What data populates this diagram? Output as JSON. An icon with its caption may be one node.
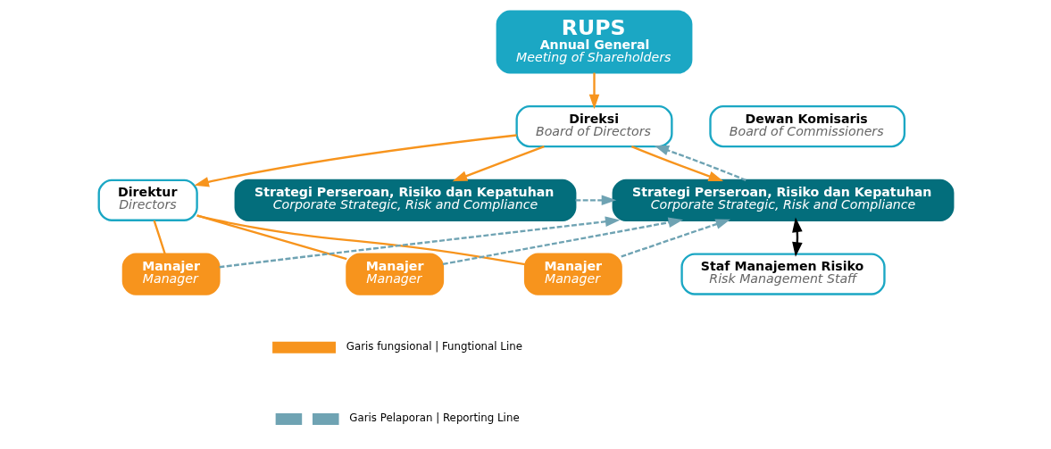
{
  "diagram": {
    "nodes": [
      {
        "text": [
          "RUPS",
          "Annual General",
          "Meeting of Shareholders"
        ]
      },
      {
        "text": [
          "Dewan Komisaris",
          "Board of Commissioners"
        ]
      },
      {
        "text": [
          "Direksi",
          "Board of Directors"
        ]
      },
      {
        "text": [
          "Direktur",
          "Directors"
        ]
      },
      {
        "text": [
          "Strategi Perseroan, Risiko dan Kepatuhan",
          "Corporate Strategic, Risk and Compliance"
        ]
      },
      {
        "text": [
          "Strategi Perseroan, Risiko dan Kepatuhan",
          "Corporate Strategic, Risk and Compliance"
        ]
      },
      {
        "text": [
          "Manajer",
          "Manager"
        ]
      },
      {
        "text": [
          "Manajer",
          "Manager"
        ]
      },
      {
        "text": [
          "Manajer",
          "Manager"
        ]
      },
      {
        "text": [
          "Staf Manajemen Risiko",
          "Risk Management Staff"
        ]
      }
    ],
    "edges": [
      {
        "from": 0,
        "to": 2,
        "arrow": "to"
      },
      {
        "from": 2,
        "to": 3,
        "arrow": "to"
      },
      {
        "from": 2,
        "to": 4,
        "arrow": "to"
      },
      {
        "from": 2,
        "to": 5,
        "arrow": "to"
      },
      {
        "from": 4,
        "to": 2,
        "arrow": "to",
        "style": "dashed",
        "color": "#6fa3b3"
      },
      {
        "from": 3,
        "to": 6,
        "arrow": "none"
      },
      {
        "from": 3,
        "to": 7,
        "arrow": "none"
      },
      {
        "from": 3,
        "to": 8,
        "arrow": "none"
      },
      {
        "from": 6,
        "to": 4,
        "arrow": "to",
        "style": "dashed",
        "color": "#6fa3b3"
      },
      {
        "from": 7,
        "to": 4,
        "arrow": "to",
        "style": "dashed",
        "color": "#6fa3b3"
      },
      {
        "from": 8,
        "to": 4,
        "arrow": "to",
        "style": "dashed",
        "color": "#6fa3b3"
      },
      {
        "from": 4,
        "to": 9,
        "arrow": "both",
        "color": "#000000"
      },
      {
        "from": 5,
        "to": 4,
        "arrow": "to",
        "style": "dashed",
        "color": "#6fa3b3"
      }
    ],
    "legend": [
      {
        "text": "Garis fungsional | Fungtional Line"
      },
      {
        "text": "Garis Pelaporan | Reporting Line"
      }
    ]
  }
}
